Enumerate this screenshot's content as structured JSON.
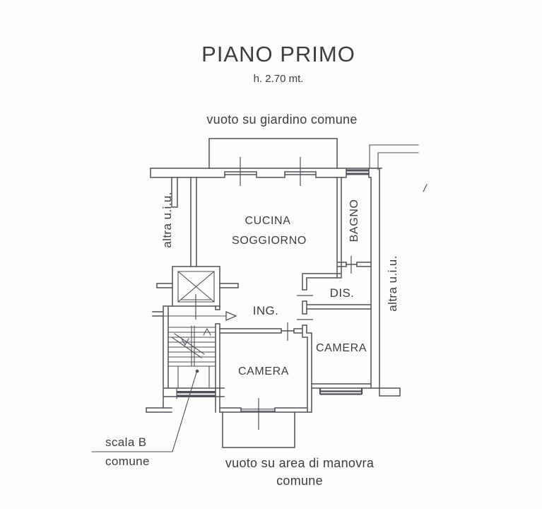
{
  "page": {
    "title": "PIANO PRIMO",
    "height_note": "h. 2.70 mt."
  },
  "annotations": {
    "garden_void": "vuoto su giardino comune",
    "maneuver_void_line1": "vuoto su area di manovra",
    "maneuver_void_line2": "comune",
    "stair_label_line1": "scala B",
    "stair_label_line2": "comune",
    "adjacent_unit_left": "altra u.i.u.",
    "adjacent_unit_right": "altra u.i.u."
  },
  "rooms": {
    "kitchen_living_line1": "CUCINA",
    "kitchen_living_line2": "SOGGIORNO",
    "bathroom": "BAGNO",
    "dis": "DIS.",
    "entrance": "ING.",
    "bedroom_center": "CAMERA",
    "bedroom_right": "CAMERA"
  },
  "colors": {
    "line": "#50505a",
    "text": "#3d3d42",
    "background": "#fdfdfb"
  }
}
